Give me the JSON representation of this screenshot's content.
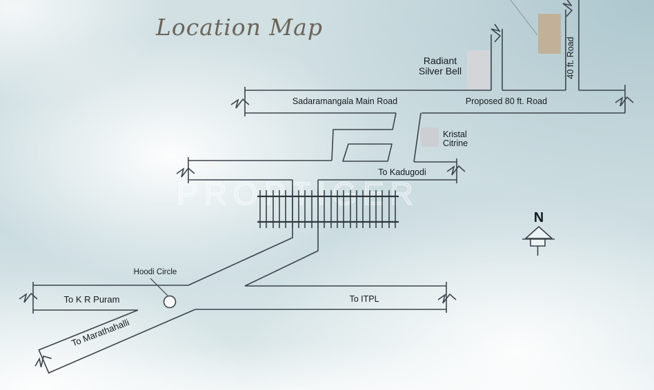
{
  "title": "Location Map",
  "watermark": "PROPTIGER",
  "colors": {
    "background_teal": "#cbdce0",
    "road_line": "#3a434a",
    "label_text": "#15191d",
    "title_text": "#6b6459",
    "building_gray": "#d4d5d9",
    "building_tan": "#c2b199",
    "building_kristal": "#cdced2"
  },
  "landmarks": {
    "radiant_line1": "Radiant",
    "radiant_line2": "Silver Bell",
    "kristal_line1": "Kristal",
    "kristal_line2": "Citrine",
    "hoodi_circle": "Hoodi Circle"
  },
  "roads": {
    "sadaramangala": "Sadaramangala Main Road",
    "proposed_80ft": "Proposed 80 ft. Road",
    "forty_ft": "40 ft. Road",
    "to_kadugodi": "To Kadugodi",
    "to_kr_puram": "To K R Puram",
    "to_itpl": "To ITPL",
    "to_marathahalli": "To Marathahalli"
  },
  "compass": {
    "north": "N"
  }
}
